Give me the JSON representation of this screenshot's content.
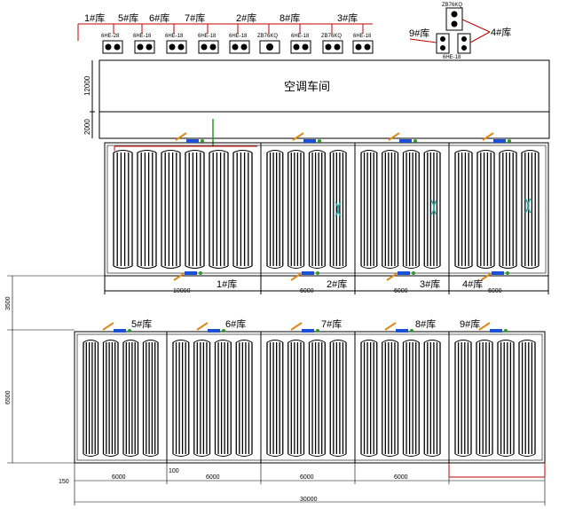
{
  "compressors": {
    "room_labels": [
      "1#库",
      "5#库",
      "6#库",
      "7#库",
      "2#库",
      "8#库",
      "3#库"
    ],
    "units": [
      "6HE-28",
      "6HE-18",
      "6HE-18",
      "6HE-18",
      "6HE-18",
      "ZB76KQ",
      "6HE-18",
      "ZB76KQ",
      "6HE-18"
    ],
    "right_group": {
      "top_unit": "ZB76KQ",
      "bottom_unit": "6HE-18",
      "label_left": "9#库",
      "label_right": "4#库"
    }
  },
  "building": {
    "machine_room": "空调车间",
    "height_main": "12000",
    "height_strip": "2000"
  },
  "top_row": {
    "rooms": [
      "1#库",
      "2#库",
      "3#库",
      "4#库"
    ],
    "widths": [
      "10000",
      "6000",
      "6000",
      "6000"
    ],
    "gap_dim": "3500"
  },
  "bottom_row": {
    "rooms": [
      "5#库",
      "6#库",
      "7#库",
      "8#库",
      "9#库"
    ],
    "widths": [
      "6000",
      "6000",
      "6000",
      "6000"
    ],
    "height_dim": "6500",
    "offset_left": "150",
    "offset_mid": "100",
    "total_width": "30000"
  },
  "colors": {
    "pipe_orange": "#e08a1c",
    "valve_blue": "#1a4fd6",
    "fitting_green": "#2c9a2c",
    "leader_red": "#c00000",
    "coil_black": "#000000",
    "teal_mark": "#2aa7a7"
  }
}
